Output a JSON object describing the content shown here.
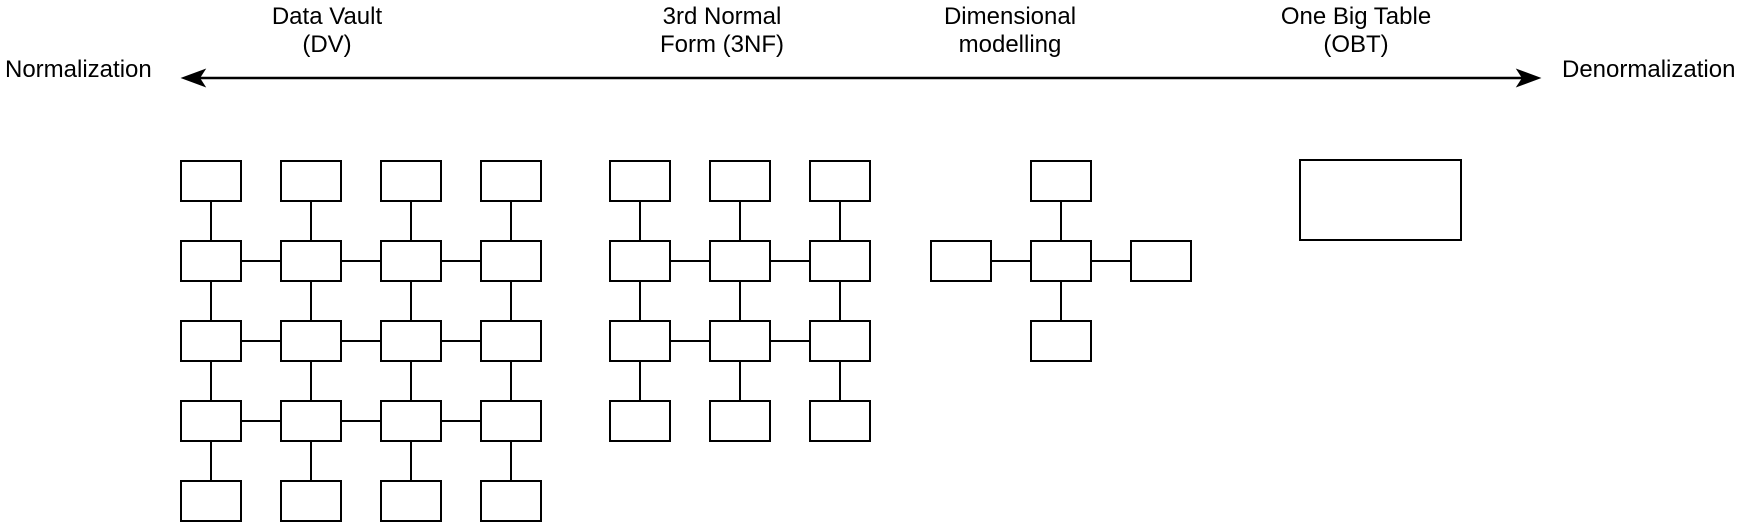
{
  "spectrum": {
    "left_label": "Normalization",
    "right_label": "Denormalization",
    "arrow_color": "#000000"
  },
  "approaches": [
    {
      "id": "data-vault",
      "line1": "Data Vault",
      "line2": "(DV)"
    },
    {
      "id": "3nf",
      "line1": "3rd Normal",
      "line2": "Form (3NF)"
    },
    {
      "id": "dimensional",
      "line1": "Dimensional",
      "line2": "modelling"
    },
    {
      "id": "obt",
      "line1": "One Big Table",
      "line2": "(OBT)"
    }
  ],
  "diagram": {
    "stroke_color": "#000000",
    "box_fill": "#ffffff",
    "stroke_width": 2,
    "groups": [
      {
        "id": "data-vault",
        "boxes": [
          [
            181,
            161,
            60,
            40
          ],
          [
            281,
            161,
            60,
            40
          ],
          [
            381,
            161,
            60,
            40
          ],
          [
            481,
            161,
            60,
            40
          ],
          [
            181,
            241,
            60,
            40
          ],
          [
            281,
            241,
            60,
            40
          ],
          [
            381,
            241,
            60,
            40
          ],
          [
            481,
            241,
            60,
            40
          ],
          [
            181,
            321,
            60,
            40
          ],
          [
            281,
            321,
            60,
            40
          ],
          [
            381,
            321,
            60,
            40
          ],
          [
            481,
            321,
            60,
            40
          ],
          [
            181,
            401,
            60,
            40
          ],
          [
            281,
            401,
            60,
            40
          ],
          [
            381,
            401,
            60,
            40
          ],
          [
            481,
            401,
            60,
            40
          ],
          [
            181,
            481,
            60,
            40
          ],
          [
            281,
            481,
            60,
            40
          ],
          [
            381,
            481,
            60,
            40
          ],
          [
            481,
            481,
            60,
            40
          ]
        ],
        "connectors": [
          [
            211,
            201,
            211,
            241
          ],
          [
            311,
            201,
            311,
            241
          ],
          [
            411,
            201,
            411,
            241
          ],
          [
            511,
            201,
            511,
            241
          ],
          [
            211,
            281,
            211,
            321
          ],
          [
            311,
            281,
            311,
            321
          ],
          [
            411,
            281,
            411,
            321
          ],
          [
            511,
            281,
            511,
            321
          ],
          [
            211,
            361,
            211,
            401
          ],
          [
            311,
            361,
            311,
            401
          ],
          [
            411,
            361,
            411,
            401
          ],
          [
            511,
            361,
            511,
            401
          ],
          [
            211,
            441,
            211,
            481
          ],
          [
            311,
            441,
            311,
            481
          ],
          [
            411,
            441,
            411,
            481
          ],
          [
            511,
            441,
            511,
            481
          ],
          [
            241,
            261,
            281,
            261
          ],
          [
            341,
            261,
            381,
            261
          ],
          [
            441,
            261,
            481,
            261
          ],
          [
            241,
            341,
            281,
            341
          ],
          [
            341,
            341,
            381,
            341
          ],
          [
            441,
            341,
            481,
            341
          ],
          [
            241,
            421,
            281,
            421
          ],
          [
            341,
            421,
            381,
            421
          ],
          [
            441,
            421,
            481,
            421
          ]
        ]
      },
      {
        "id": "3nf",
        "boxes": [
          [
            610,
            161,
            60,
            40
          ],
          [
            710,
            161,
            60,
            40
          ],
          [
            810,
            161,
            60,
            40
          ],
          [
            610,
            241,
            60,
            40
          ],
          [
            710,
            241,
            60,
            40
          ],
          [
            810,
            241,
            60,
            40
          ],
          [
            610,
            321,
            60,
            40
          ],
          [
            710,
            321,
            60,
            40
          ],
          [
            810,
            321,
            60,
            40
          ],
          [
            610,
            401,
            60,
            40
          ],
          [
            710,
            401,
            60,
            40
          ],
          [
            810,
            401,
            60,
            40
          ]
        ],
        "connectors": [
          [
            640,
            201,
            640,
            241
          ],
          [
            740,
            201,
            740,
            241
          ],
          [
            840,
            201,
            840,
            241
          ],
          [
            640,
            281,
            640,
            321
          ],
          [
            740,
            281,
            740,
            321
          ],
          [
            840,
            281,
            840,
            321
          ],
          [
            640,
            361,
            640,
            401
          ],
          [
            740,
            361,
            740,
            401
          ],
          [
            840,
            361,
            840,
            401
          ],
          [
            670,
            261,
            710,
            261
          ],
          [
            770,
            261,
            810,
            261
          ],
          [
            670,
            341,
            710,
            341
          ],
          [
            770,
            341,
            810,
            341
          ]
        ]
      },
      {
        "id": "dimensional",
        "boxes": [
          [
            1031,
            161,
            60,
            40
          ],
          [
            931,
            241,
            60,
            40
          ],
          [
            1031,
            241,
            60,
            40
          ],
          [
            1131,
            241,
            60,
            40
          ],
          [
            1031,
            321,
            60,
            40
          ]
        ],
        "connectors": [
          [
            1061,
            201,
            1061,
            241
          ],
          [
            1061,
            281,
            1061,
            321
          ],
          [
            991,
            261,
            1031,
            261
          ],
          [
            1091,
            261,
            1131,
            261
          ]
        ]
      },
      {
        "id": "obt",
        "boxes": [
          [
            1300,
            160,
            161,
            80
          ]
        ],
        "connectors": []
      }
    ]
  }
}
